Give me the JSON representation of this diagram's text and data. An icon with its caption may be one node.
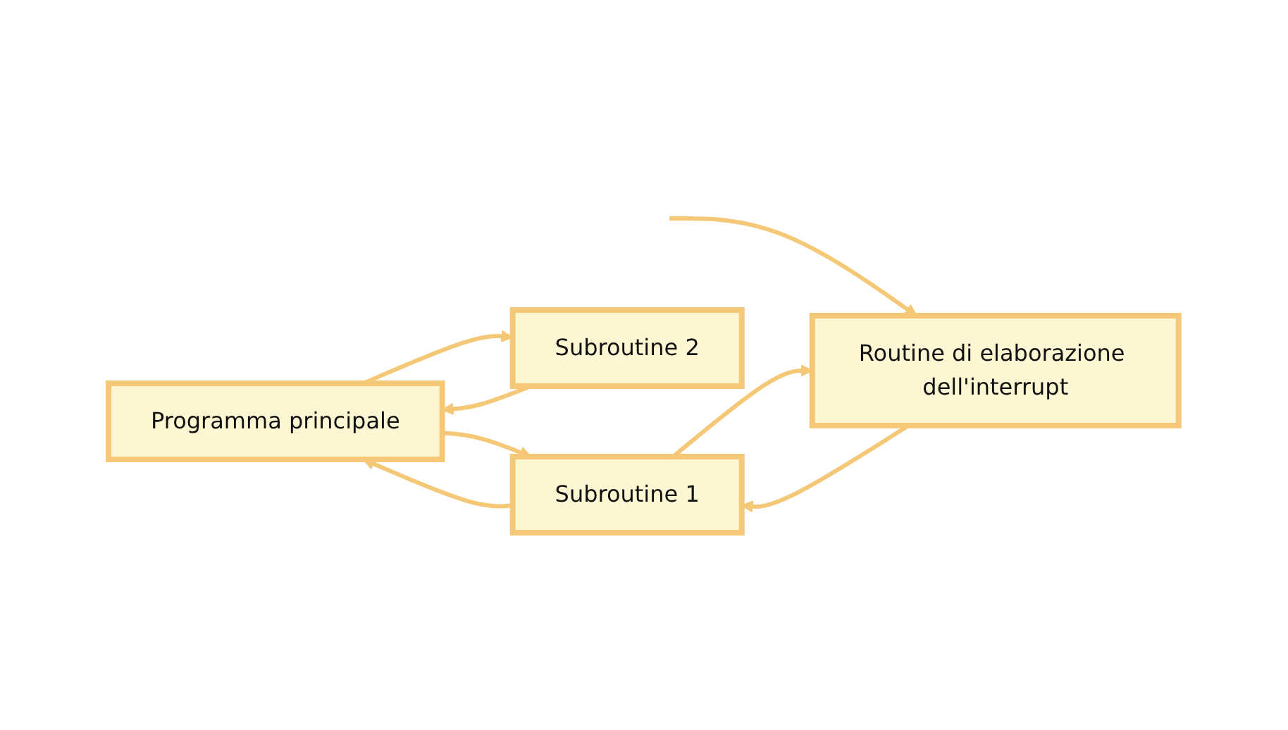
{
  "diagram": {
    "nodes": [
      {
        "text": [
          "Programma principale"
        ]
      },
      {
        "text": [
          "Subroutine 1"
        ]
      },
      {
        "text": [
          "Subroutine 2"
        ]
      },
      {
        "text": [
          "Routine di elaborazione dell'interrupt"
        ]
      }
    ],
    "edges": [
      {
        "from": 0,
        "to": 1,
        "arrow": "to"
      },
      {
        "from": 1,
        "to": 0,
        "arrow": "to"
      },
      {
        "from": 0,
        "to": 2,
        "arrow": "to"
      },
      {
        "from": 2,
        "to": 0,
        "arrow": "to"
      },
      {
        "from": null,
        "to": 3,
        "arrow": "to"
      },
      {
        "from": 3,
        "to": 1,
        "arrow": "to"
      },
      {
        "from": 1,
        "to": 3,
        "arrow": "to"
      }
    ]
  }
}
